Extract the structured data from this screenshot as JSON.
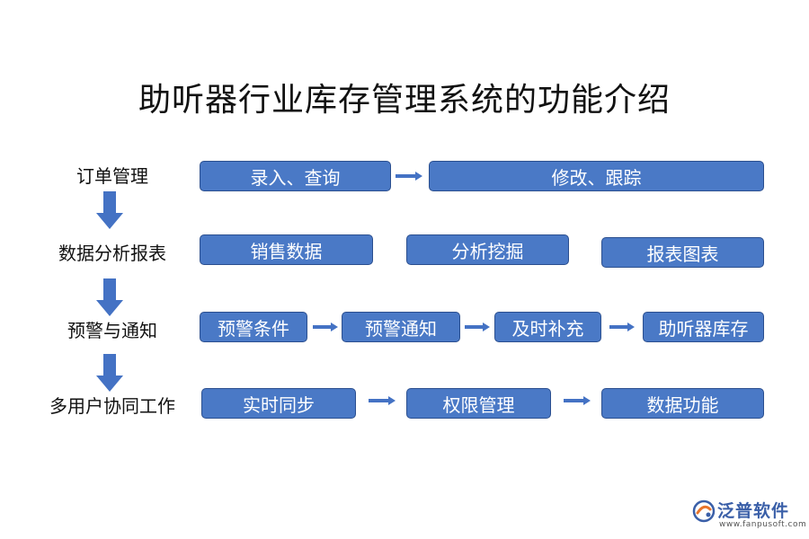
{
  "title": "助听器行业库存管理系统的功能介绍",
  "rows": [
    {
      "label": "订单管理",
      "boxes": [
        "录入、查询",
        "修改、跟踪"
      ]
    },
    {
      "label": "数据分析报表",
      "boxes": [
        "销售数据",
        "分析挖掘",
        "报表图表"
      ]
    },
    {
      "label": "预警与通知",
      "boxes": [
        "预警条件",
        "预警通知",
        "及时补充",
        "助听器库存"
      ]
    },
    {
      "label": "多用户协同工作",
      "boxes": [
        "实时同步",
        "权限管理",
        "数据功能"
      ]
    }
  ],
  "logo": {
    "name": "泛普软件",
    "url": "www.fanpusoft.com"
  },
  "colors": {
    "box_fill": "#4a79c6",
    "box_border": "#2b4f8f",
    "arrow": "#4472c4",
    "box_text": "#ffffff",
    "logo": "#3a5fa8"
  }
}
